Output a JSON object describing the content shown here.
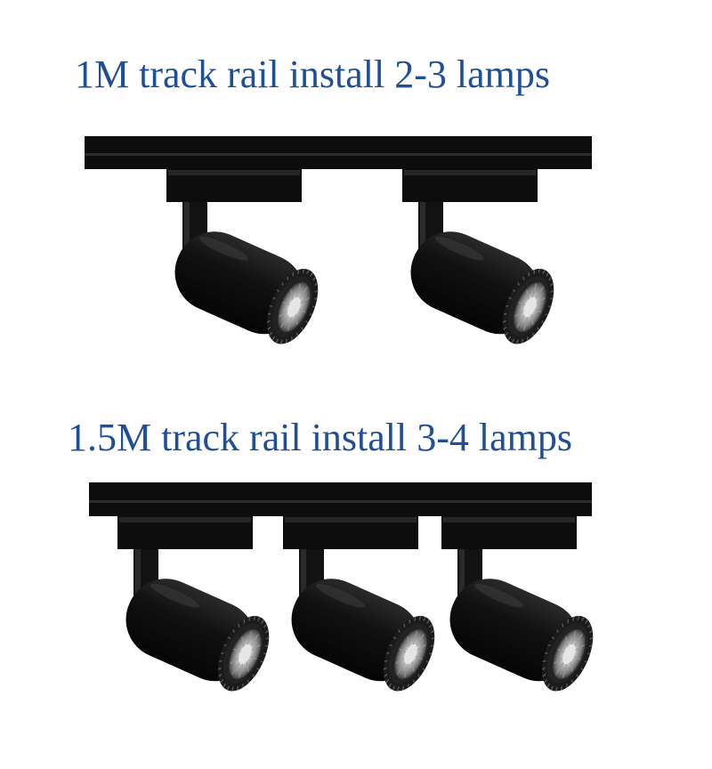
{
  "colors": {
    "caption": "#1f4f96",
    "fixture": "#0d0d0d"
  },
  "sections": [
    {
      "caption": "1M track rail install 2-3 lamps",
      "lamp_count": 2
    },
    {
      "caption": "1.5M track rail install 3-4 lamps",
      "lamp_count": 3
    }
  ]
}
